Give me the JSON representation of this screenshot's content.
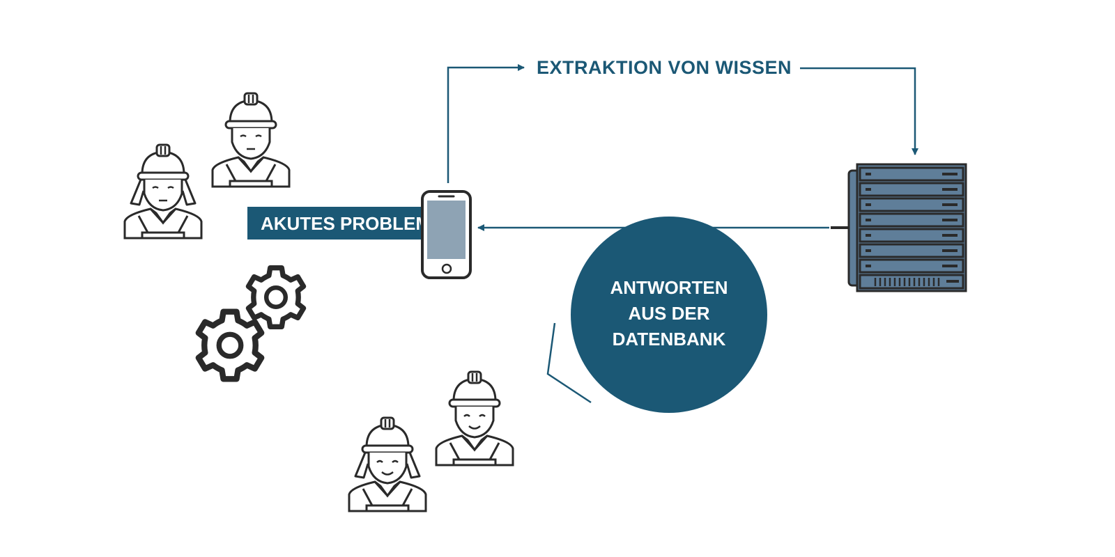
{
  "labels": {
    "extraction": "EXTRAKTION VON WISSEN",
    "problem": "AKUTES PROBLEM",
    "answers_line1": "ANTWORTEN",
    "answers_line2": "AUS DER",
    "answers_line3": "DATENBANK"
  },
  "colors": {
    "accent": "#1b5875",
    "line": "#1b5875",
    "icon_stroke": "#2a2a2a",
    "server_fill": "#5f7e99",
    "server_dark": "#2c3e50",
    "phone_screen": "#8ea3b4",
    "white": "#ffffff"
  },
  "icons": {
    "workers_top": [
      "worker-sad-woman-icon",
      "worker-sad-man-icon"
    ],
    "workers_bottom": [
      "worker-happy-woman-icon",
      "worker-happy-man-icon"
    ],
    "gears": "gears-icon",
    "phone": "smartphone-icon",
    "server": "server-rack-icon"
  }
}
